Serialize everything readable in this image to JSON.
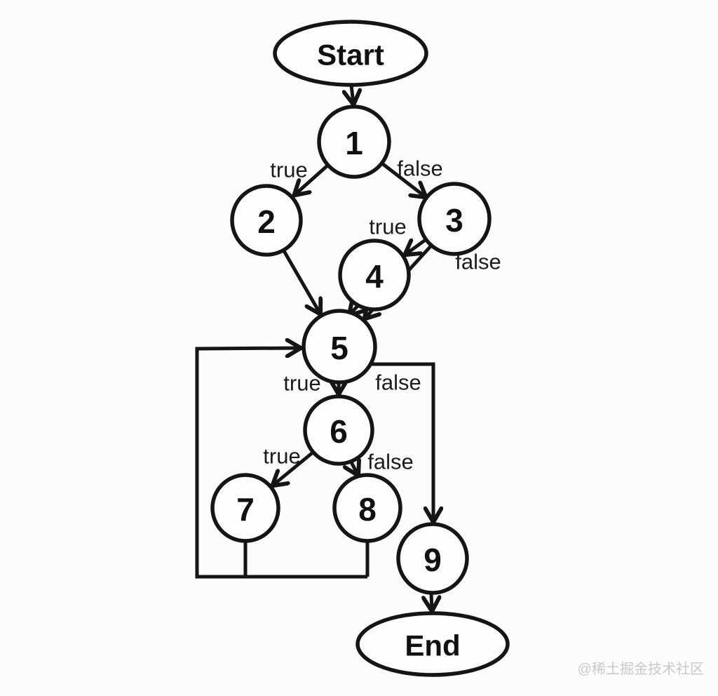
{
  "diagram": {
    "type": "flowchart",
    "description": "Control flow graph from Start to End with numbered nodes 1-9, branch labels true/false, and a loop from nodes 7 and 8 back to node 5",
    "nodes": [
      {
        "id": "start",
        "label": "Start",
        "shape": "ellipse"
      },
      {
        "id": "1",
        "label": "1",
        "shape": "circle"
      },
      {
        "id": "2",
        "label": "2",
        "shape": "circle"
      },
      {
        "id": "3",
        "label": "3",
        "shape": "circle"
      },
      {
        "id": "4",
        "label": "4",
        "shape": "circle"
      },
      {
        "id": "5",
        "label": "5",
        "shape": "circle"
      },
      {
        "id": "6",
        "label": "6",
        "shape": "circle"
      },
      {
        "id": "7",
        "label": "7",
        "shape": "circle"
      },
      {
        "id": "8",
        "label": "8",
        "shape": "circle"
      },
      {
        "id": "9",
        "label": "9",
        "shape": "circle"
      },
      {
        "id": "end",
        "label": "End",
        "shape": "ellipse"
      }
    ],
    "edges": [
      {
        "from": "start",
        "to": "1",
        "label": ""
      },
      {
        "from": "1",
        "to": "2",
        "label": "true"
      },
      {
        "from": "1",
        "to": "3",
        "label": "false"
      },
      {
        "from": "3",
        "to": "4",
        "label": "true"
      },
      {
        "from": "3",
        "to": "5",
        "label": "false"
      },
      {
        "from": "2",
        "to": "5",
        "label": ""
      },
      {
        "from": "4",
        "to": "5",
        "label": ""
      },
      {
        "from": "5",
        "to": "6",
        "label": "true"
      },
      {
        "from": "5",
        "to": "9",
        "label": "false"
      },
      {
        "from": "6",
        "to": "7",
        "label": "true"
      },
      {
        "from": "6",
        "to": "8",
        "label": "false"
      },
      {
        "from": "7",
        "to": "5",
        "label": ""
      },
      {
        "from": "8",
        "to": "5",
        "label": ""
      },
      {
        "from": "9",
        "to": "end",
        "label": ""
      }
    ]
  },
  "watermark": {
    "text": "@稀土掘金技术社区"
  },
  "colors": {
    "stroke": "#151515",
    "node_fill": "#fdfdfd",
    "background": "#fcfcfc",
    "text": "#111111",
    "watermark": "#c9c9c9"
  }
}
